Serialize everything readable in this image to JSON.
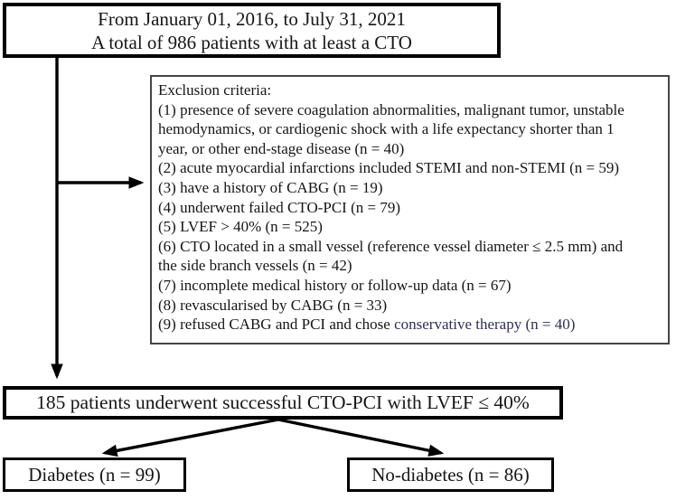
{
  "colors": {
    "text": "#161616",
    "accent_text": "#2e2e5a",
    "box_border": "#000000",
    "exclusion_border": "#454545",
    "background": "#ffffff"
  },
  "top_box": {
    "line1": "From January 01, 2016, to July 31, 2021",
    "line2": "A total of 986 patients with at least a CTO"
  },
  "exclusion_box": {
    "lines": [
      [
        {
          "text": "Exclusion criteria:"
        }
      ],
      [
        {
          "text": "(1) presence of severe coagulation abnormalities, malignant tumor, unstable"
        }
      ],
      [
        {
          "text": "hemodynamics, or cardiogenic shock with a life expectancy shorter than 1"
        }
      ],
      [
        {
          "text": "year, or other end-stage disease (n = 40)"
        }
      ],
      [
        {
          "text": "(2) acute myocardial infarctions included STEMI and non-STEMI (n = 59)"
        }
      ],
      [
        {
          "text": "(3) have a history of CABG (n = 19)"
        }
      ],
      [
        {
          "text": "(4) underwent failed CTO-PCI (n = 79)"
        }
      ],
      [
        {
          "text": "(5) LVEF > 40% (n = 525)"
        }
      ],
      [
        {
          "text": "(6) CTO located in a small vessel (reference vessel diameter ≤ 2.5 mm) and"
        }
      ],
      [
        {
          "text": "the side branch vessels (n = 42)"
        }
      ],
      [
        {
          "text": "(7) incomplete medical history or follow-up data (n = 67)"
        }
      ],
      [
        {
          "text": "(8) revascularised by CABG (n = 33)"
        }
      ],
      [
        {
          "text": "(9) refused CABG and PCI and chose "
        },
        {
          "text": "conservative therapy (n = 40)",
          "accent": true
        }
      ]
    ]
  },
  "result_box": {
    "label": "185 patients underwent successful CTO-PCI with LVEF ≤ 40%"
  },
  "branch_boxes": {
    "left_label": "Diabetes (n = 99)",
    "right_label": "No-diabetes (n = 86)"
  }
}
